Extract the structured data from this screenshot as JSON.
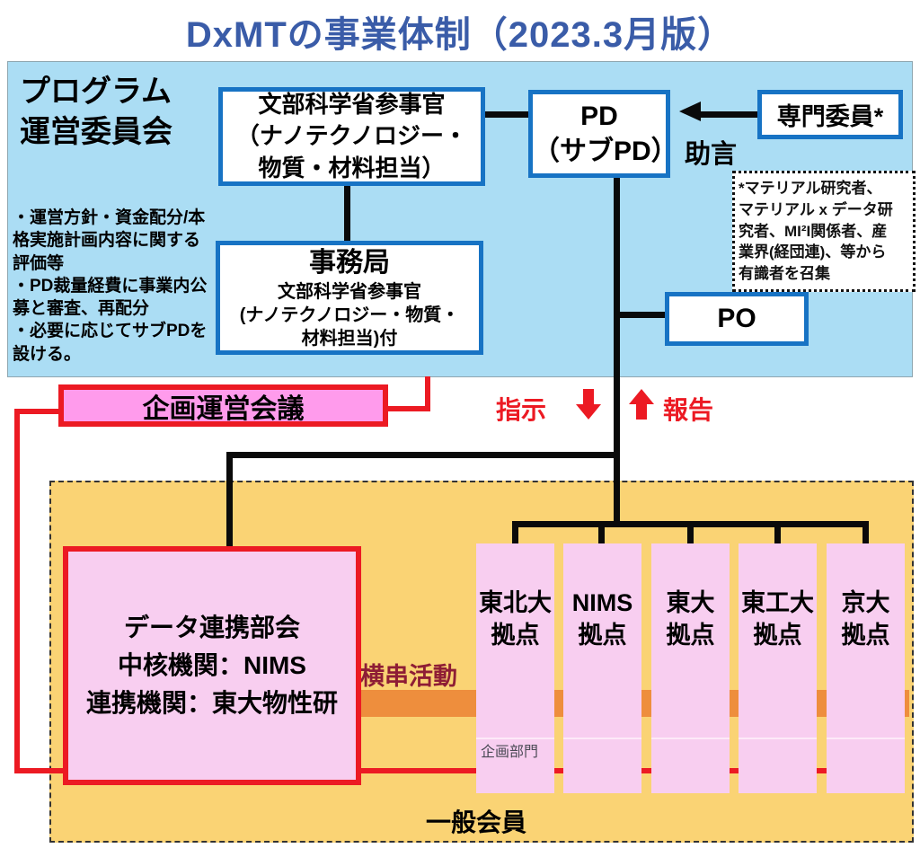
{
  "title": "DxMTの事業体制（2023.3月版）",
  "colors": {
    "title_blue": "#3a5ca8",
    "panel_blue": "#abddf4",
    "box_border_blue": "#1773c4",
    "accent_red": "#ec1a23",
    "pink_bright": "#ff9bec",
    "pink_light": "#f8cef0",
    "orange_bg": "#fad374",
    "orange_band": "#ee8e3d",
    "maroon_text": "#8e1d35"
  },
  "committee_panel": {
    "heading": "プログラム\n運営委員会",
    "notes": "・運営方針・資金配分/本\n格実施計画内容に関する\n評価等\n・PD裁量経費に事業内公\n募と審査、再配分\n・必要に応じてサブPDを\n設ける。",
    "mext_box": "文部科学省参事官\n（ナノテクノロジー・\n物質・材料担当）",
    "pd_box": "PD\n（サブPD）",
    "expert_box": "専門委員*",
    "advice_label": "助言",
    "expert_note": "*マテリアル研究者、\nマテリアル x データ研\n究者、MI²I関係者、産\n業界(経団連)、等から\n有識者を召集",
    "secretariat_title": "事務局",
    "secretariat_sub": "文部科学省参事官\n(ナノテクノロジー・物質・\n材料担当)付",
    "po_box": "PO"
  },
  "middle": {
    "planning_meeting": "企画運営会議",
    "instruction_label": "指示",
    "report_label": "報告"
  },
  "general_area": {
    "data_group_box": "データ連携部会\n中核機関：NIMS\n連携機関：東大物性研",
    "cross_activity_label": "横串活動",
    "hub_boxes": [
      {
        "label": "東北大\n拠点",
        "section": "企画部門"
      },
      {
        "label": "NIMS\n拠点",
        "section": ""
      },
      {
        "label": "東大\n拠点",
        "section": ""
      },
      {
        "label": "東工大\n拠点",
        "section": ""
      },
      {
        "label": "京大\n拠点",
        "section": ""
      }
    ],
    "general_member_label": "一般会員"
  }
}
